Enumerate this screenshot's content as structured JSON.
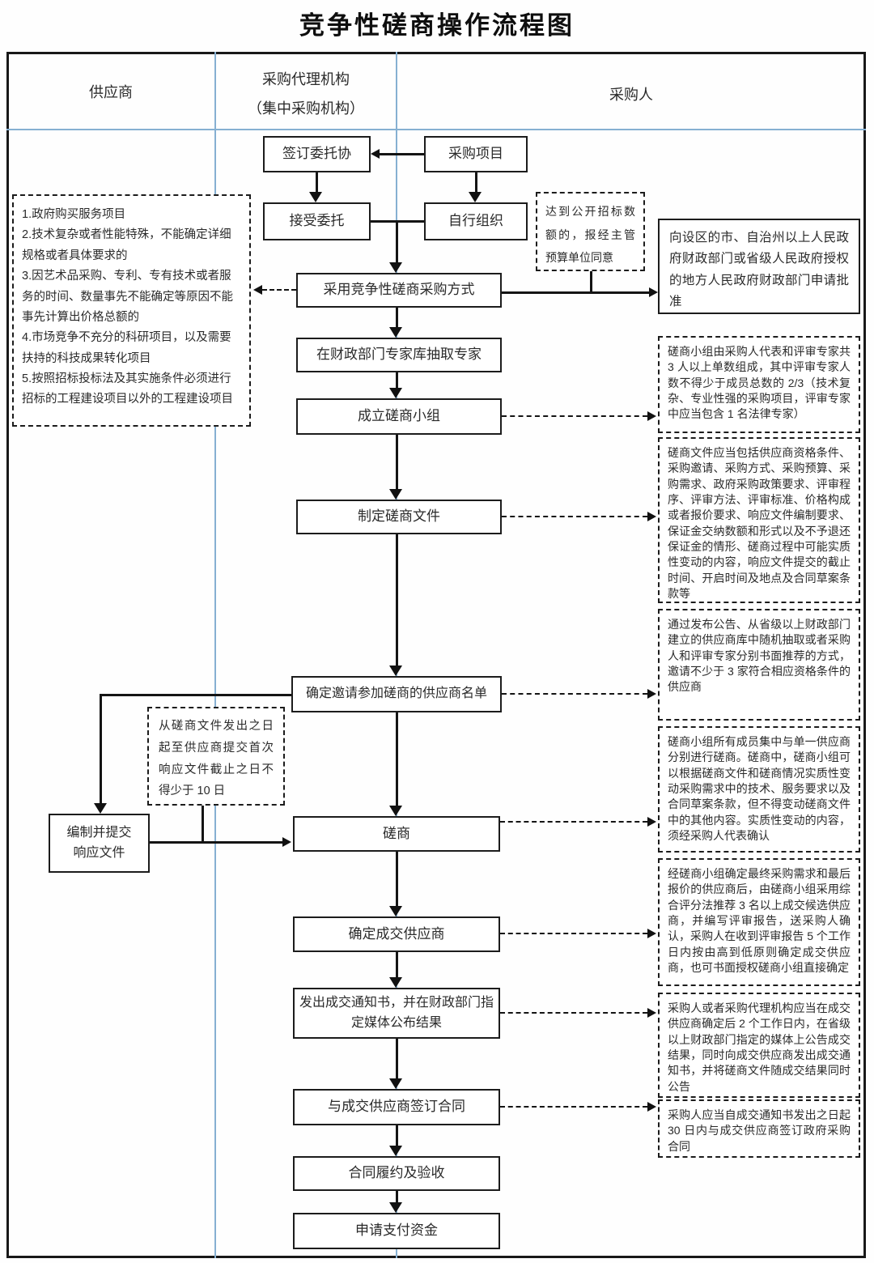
{
  "title": "竞争性磋商操作流程图",
  "columns": {
    "supplier": "供应商",
    "agency_line1": "采购代理机构",
    "agency_line2": "（集中采购机构）",
    "purchaser": "采购人"
  },
  "flow": {
    "sign_agreement": "签订委托协",
    "project": "采购项目",
    "accept": "接受委托",
    "self_organize": "自行组织",
    "method": "采用竞争性磋商采购方式",
    "draw_experts": "在财政部门专家库抽取专家",
    "form_team": "成立磋商小组",
    "make_docs": "制定磋商文件",
    "supplier_list": "确定邀请参加磋商的供应商名单",
    "negotiate": "磋商",
    "confirm_winner": "确定成交供应商",
    "send_notice": "发出成交通知书，并在财政部门指定媒体公布结果",
    "sign_contract": "与成交供应商签订合同",
    "perform": "合同履约及验收",
    "pay": "申请支付资金",
    "prepare_line1": "编制并提交",
    "prepare_line2": "响应文件"
  },
  "left_panel": {
    "reasons": [
      "1.政府购买服务项目",
      "2.技术复杂或者性能特殊，不能确定详细规格或者具体要求的",
      "3.因艺术品采购、专利、专有技术或者服务的时间、数量事先不能确定等原因不能事先计算出价格总额的",
      "4.市场竞争不充分的科研项目，以及需要扶持的科技成果转化项目",
      "5.按照招标投标法及其实施条件必须进行招标的工程建设项目以外的工程建设项目"
    ],
    "deadline_note": "从磋商文件发出之日起至供应商提交首次响应文件截止之日不得少于 10 日"
  },
  "right_panel": {
    "quota_note": "达到公开招标数额的，报经主管预算单位同意",
    "approve_note": "向设区的市、自治州以上人民政府财政部门或省级人民政府授权的地方人民政府财政部门申请批准",
    "team_note": "磋商小组由采购人代表和评审专家共 3 人以上单数组成，其中评审专家人数不得少于成员总数的 2/3（技术复杂、专业性强的采购项目，评审专家中应当包含 1 名法律专家）",
    "docs_note": "磋商文件应当包括供应商资格条件、采购邀请、采购方式、采购预算、采购需求、政府采购政策要求、评审程序、评审方法、评审标准、价格构成或者报价要求、响应文件编制要求、保证金交纳数额和形式以及不予退还保证金的情形、磋商过程中可能实质性变动的内容，响应文件提交的截止时间、开启时间及地点及合同草案条款等",
    "invite_note": "通过发布公告、从省级以上财政部门建立的供应商库中随机抽取或者采购人和评审专家分别书面推荐的方式，邀请不少于 3 家符合相应资格条件的供应商",
    "session_note": "磋商小组所有成员集中与单一供应商分别进行磋商。磋商中，磋商小组可以根据磋商文件和磋商情况实质性变动采购需求中的技术、服务要求以及合同草案条款，但不得变动磋商文件中的其他内容。实质性变动的内容，须经采购人代表确认",
    "award_note": "经磋商小组确定最终采购需求和最后报价的供应商后，由磋商小组采用综合评分法推荐 3 名以上成交候选供应商，并编写评审报告，送采购人确认，采购人在收到评审报告 5 个工作日内按由高到低原则确定成交供应商，也可书面授权磋商小组直接确定",
    "publish_note": "采购人或者采购代理机构应当在成交供应商确定后 2 个工作日内，在省级以上财政部门指定的媒体上公告成交结果，同时向成交供应商发出成交通知书，并将磋商文件随成交结果同时公告",
    "contract_note": "采购人应当自成交通知书发出之日起 30 日内与成交供应商签订政府采购合同"
  }
}
